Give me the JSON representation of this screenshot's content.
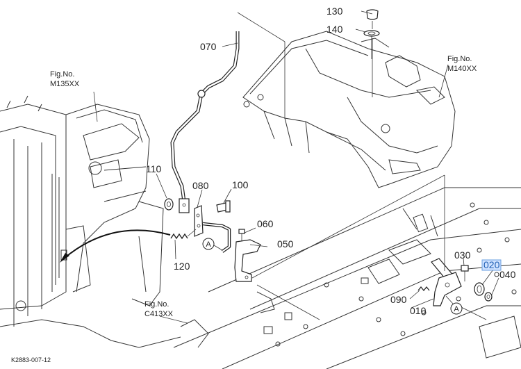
{
  "parts": {
    "p130": "130",
    "p140": "140",
    "p070": "070",
    "p110": "110",
    "p080": "080",
    "p100": "100",
    "p060": "060",
    "p050": "050",
    "p120": "120",
    "p030": "030",
    "p020": "020",
    "p040": "040",
    "p090": "090",
    "p010": "010"
  },
  "callouts": {
    "a1": "A",
    "a2": "A"
  },
  "figrefs": {
    "m135": {
      "line1": "Fig.No.",
      "line2": "M135XX"
    },
    "m140": {
      "line1": "Fig.No.",
      "line2": "M140XX"
    },
    "c413": {
      "line1": "Fig.No.",
      "line2": "C413XX"
    }
  },
  "diagram_code": "K2883-007-12",
  "colors": {
    "highlight_bg": "#cfe2ff",
    "highlight_text": "#1f5fb5"
  }
}
